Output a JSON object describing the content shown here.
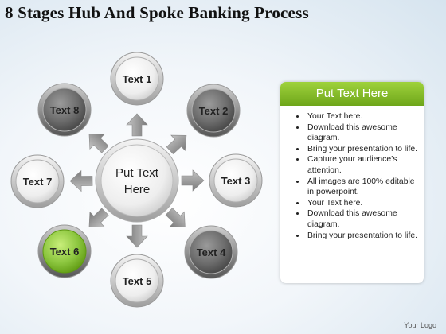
{
  "title": "8 Stages Hub And Spoke Banking Process",
  "hub": {
    "label_line1": "Put Text",
    "label_line2": "Here"
  },
  "nodes": [
    {
      "label": "Text 1",
      "style": "light"
    },
    {
      "label": "Text 2",
      "style": "dark"
    },
    {
      "label": "Text 3",
      "style": "light"
    },
    {
      "label": "Text 4",
      "style": "dark"
    },
    {
      "label": "Text 5",
      "style": "light"
    },
    {
      "label": "Text 6",
      "style": "green"
    },
    {
      "label": "Text 7",
      "style": "light"
    },
    {
      "label": "Text 8",
      "style": "dark"
    }
  ],
  "panel": {
    "header": "Put Text Here",
    "bullets": [
      "Your Text here.",
      "Download this awesome diagram.",
      "Bring your presentation to life.",
      "Capture your audience’s attention.",
      "All images are 100% editable in powerpoint.",
      "Your Text here.",
      "Download this awesome diagram.",
      "Bring your presentation to life."
    ]
  },
  "logo": "Your Logo",
  "colors": {
    "accent_green": "#8cc63f",
    "dark_node": "#555555",
    "arrow": "#9a9a9a"
  }
}
